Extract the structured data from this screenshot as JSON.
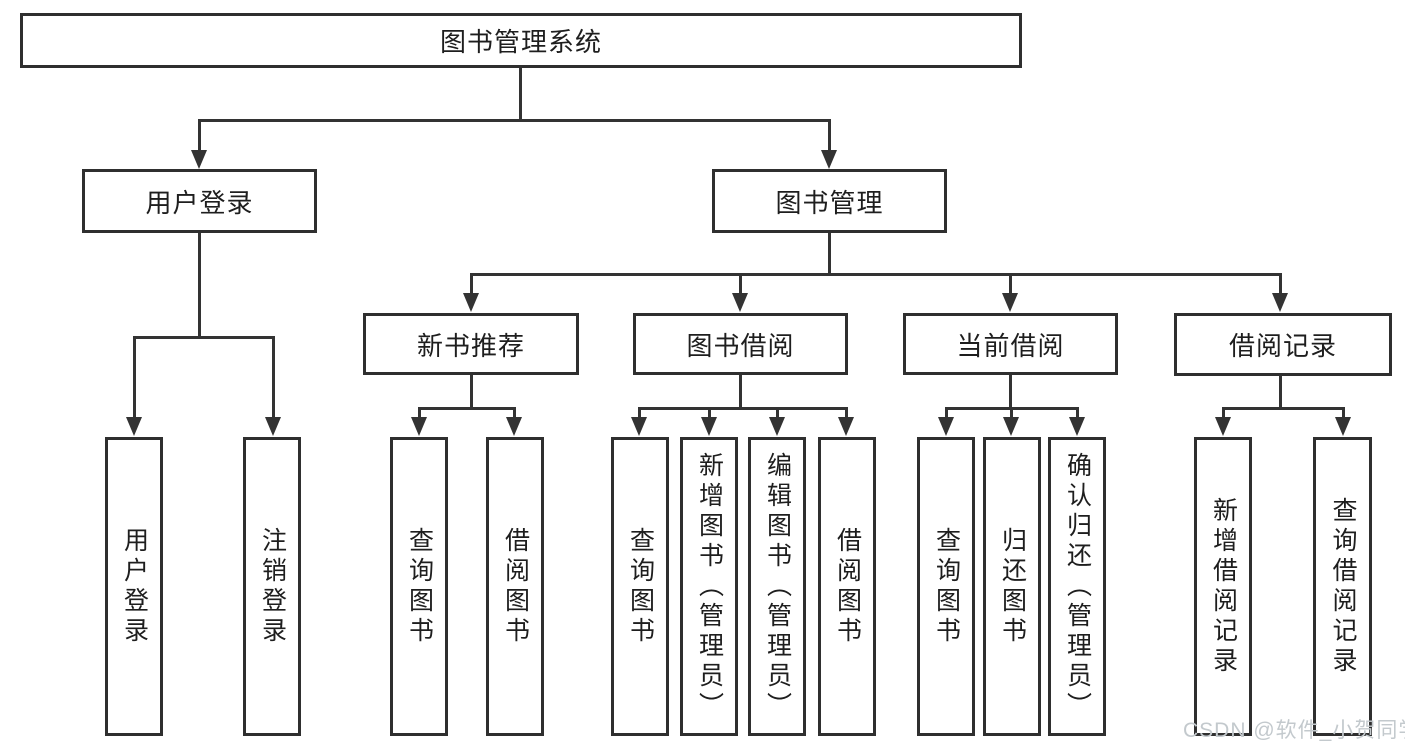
{
  "diagram_title": "图书管理系统",
  "nodes": {
    "root": "图书管理系统",
    "user_login": "用户登录",
    "book_mgmt": "图书管理",
    "new_rec": "新书推荐",
    "book_borrow": "图书借阅",
    "current_borrow": "当前借阅",
    "borrow_record": "借阅记录"
  },
  "leaves": {
    "user_login": "用户登录",
    "logout": "注销登录",
    "nr_query": "查询图书",
    "nr_borrow": "借阅图书",
    "bb_query": "查询图书",
    "bb_add": "新增图书（管理员）",
    "bb_edit": "编辑图书（管理员）",
    "bb_borrow": "借阅图书",
    "cb_query": "查询图书",
    "cb_return": "归还图书",
    "cb_confirm": "确认归还（管理员）",
    "br_add": "新增借阅记录",
    "br_query": "查询借阅记录"
  },
  "watermark": "CSDN @软件_小贺同学",
  "colors": {
    "line": "#333333",
    "box_border": "#2f2f2f",
    "text": "#1e1e1e",
    "watermark": "#c3c9cd",
    "background": "#ffffff"
  }
}
